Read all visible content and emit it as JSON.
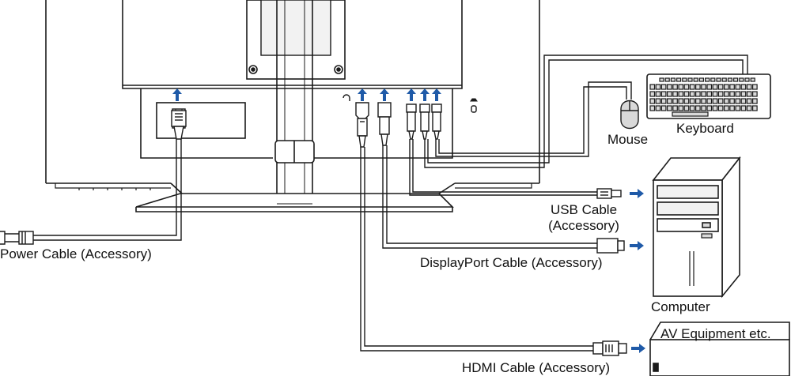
{
  "labels": {
    "power_cable": "Power Cable (Accessory)",
    "usb_cable_line1": "USB Cable",
    "usb_cable_line2": "(Accessory)",
    "displayport_cable": "DisplayPort Cable (Accessory)",
    "hdmi_cable": "HDMI Cable (Accessory)",
    "mouse": "Mouse",
    "keyboard": "Keyboard",
    "computer": "Computer",
    "av_equipment": "AV Equipment etc."
  },
  "colors": {
    "line": "#1a1a1a",
    "arrow": "#1f5aa8",
    "fill_light": "#f2f2f2",
    "fill_mid": "#d9d9d9"
  }
}
